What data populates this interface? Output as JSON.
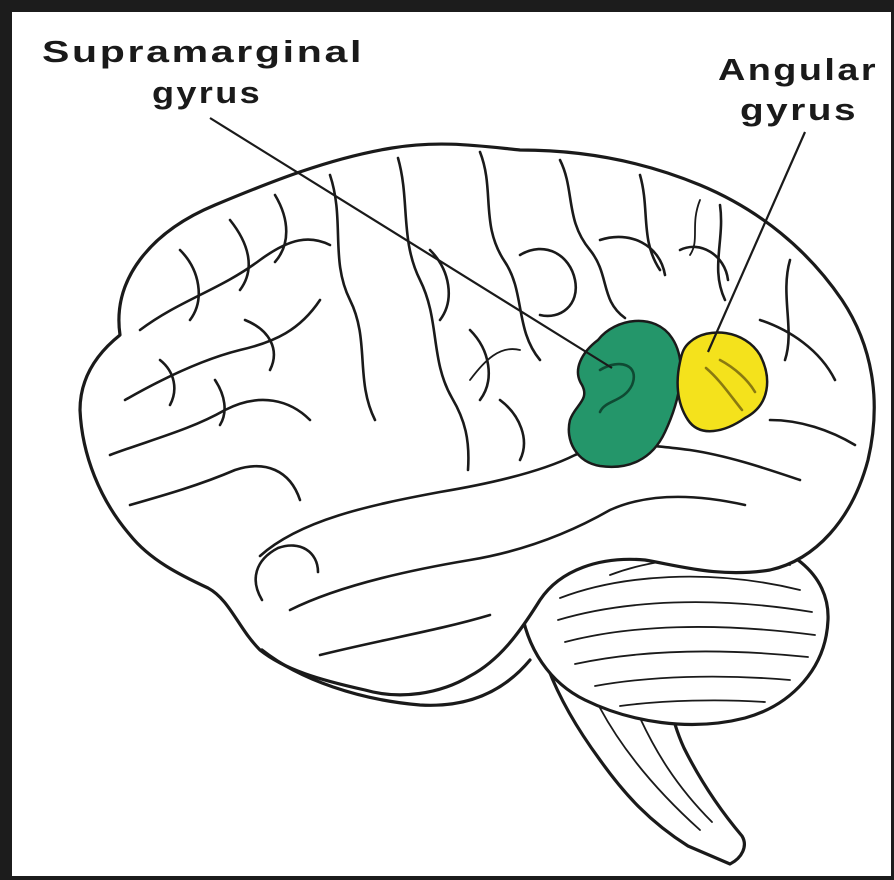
{
  "labels": {
    "supramarginal_line1": "Supramarginal",
    "supramarginal_line2": "gyrus",
    "angular_line1": "Angular",
    "angular_line2": "gyrus"
  },
  "colors": {
    "supramarginal_region": "#24966a",
    "angular_region": "#f4e21c",
    "brain_fill": "#ffffff",
    "outline": "#1a1a1a",
    "frame": "#1c1c1c"
  }
}
